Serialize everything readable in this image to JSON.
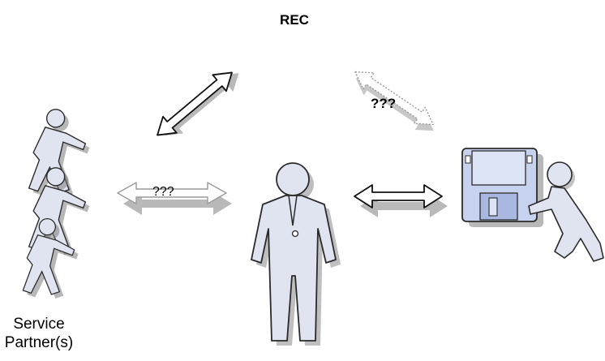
{
  "diagram": {
    "title": "REC",
    "partner_label_line1": "Service",
    "partner_label_line2": "Partner(s)",
    "link_partner_center_label": "???",
    "link_top_right_label": "???"
  },
  "colors": {
    "figure_fill": "#dfe4f0",
    "figure_stroke": "#2a2a2a",
    "shadow": "#8a8a8a",
    "disk_fill": "#c7d2ee",
    "dotted_arrow": "#9a9a9a"
  },
  "icons": [
    "person-icon",
    "floppy-disk-icon",
    "double-arrow-icon"
  ]
}
